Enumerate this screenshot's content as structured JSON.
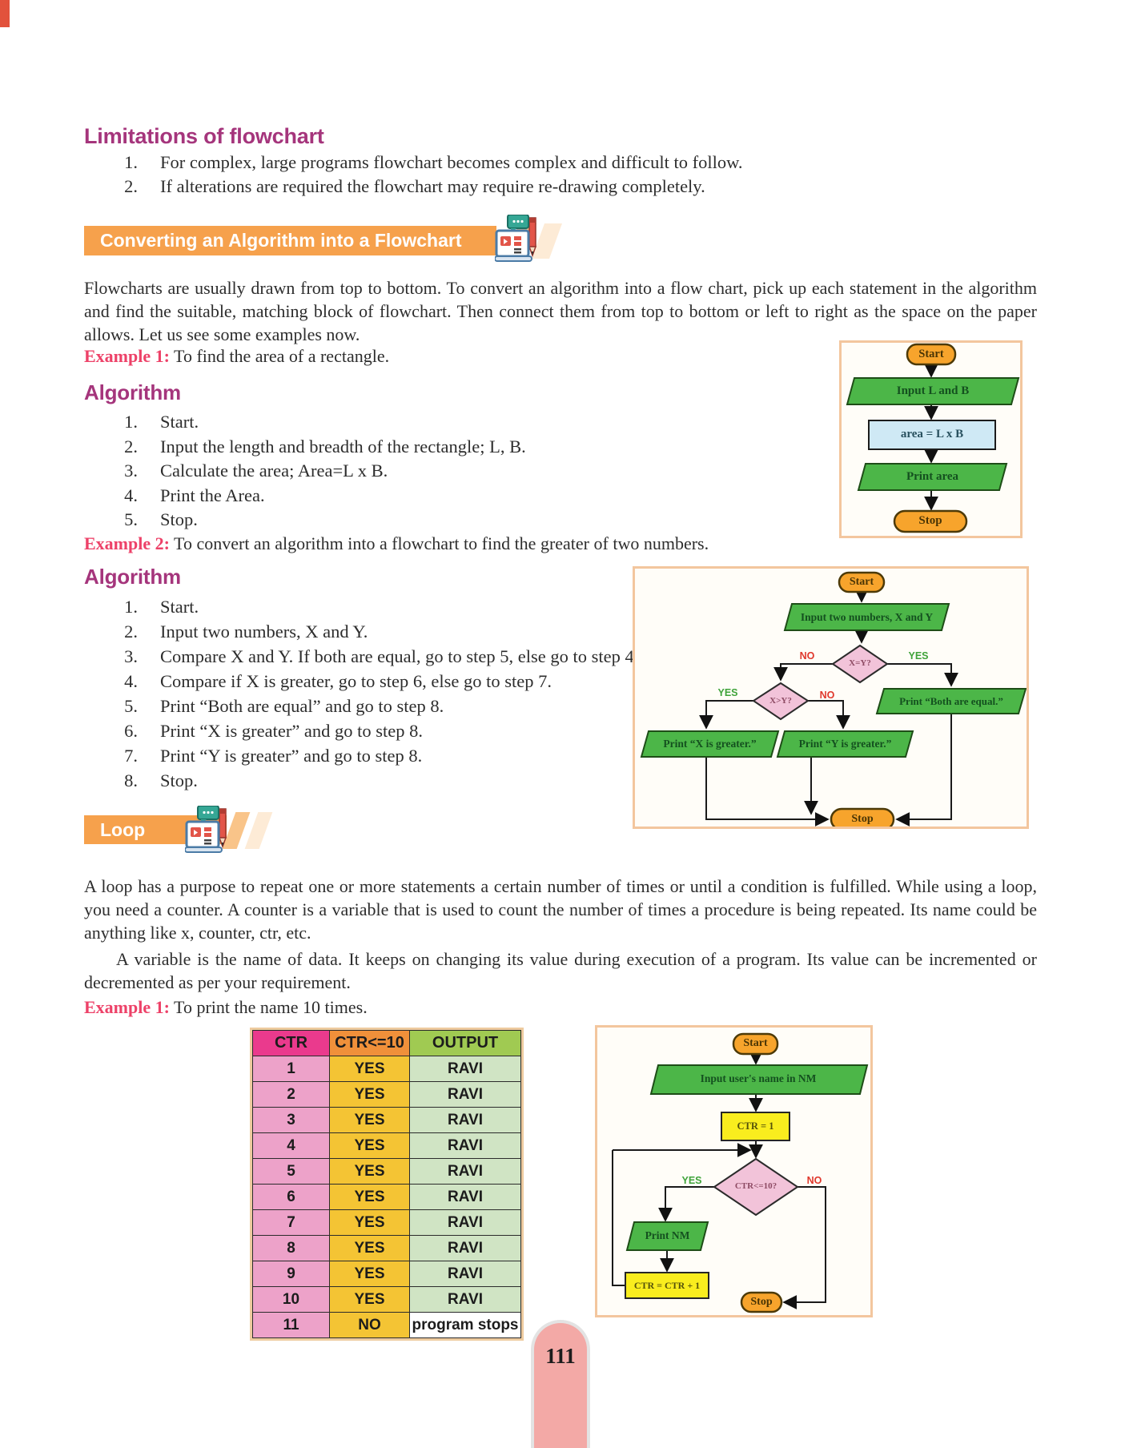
{
  "page": {
    "number": "111"
  },
  "colors": {
    "heading_magenta": "#a5357c",
    "example_pink": "#ed4168",
    "banner_orange": "#f6a14c",
    "shape_green": "#4cb648",
    "shape_orange": "#f7a42c",
    "shape_blue": "#cfe9f5",
    "shape_pink_diamond": "#f2c3d9",
    "shape_yellow": "#f9ed1e",
    "table_header_pink": "#ea3a8d",
    "table_header_orange": "#f0903a",
    "table_header_green": "#a0ca52",
    "table_cell_pink": "#eda2c9",
    "table_cell_yellow": "#f4c434",
    "table_cell_green": "#d0e4c4",
    "page_pill_pink": "#f3a9a6"
  },
  "limitations": {
    "heading": "Limitations of flowchart",
    "items": [
      {
        "n": "1.",
        "t": "For complex, large programs flowchart becomes complex and difficult to follow."
      },
      {
        "n": "2.",
        "t": "If alterations are required the flowchart may require re-drawing completely."
      }
    ]
  },
  "converting": {
    "banner": "Converting an Algorithm into a Flowchart",
    "intro": "Flowcharts are usually drawn from top to bottom. To convert an algorithm into a flow chart, pick up each statement in the algorithm and find the suitable, matching block of flowchart. Then connect them from top to bottom or left to right as the space on the paper allows. Let us see some examples now.",
    "example1_label": "Example 1:",
    "example1_text": " To find the area of a rectangle.",
    "algorithm1_heading": "Algorithm",
    "algorithm1_steps": [
      {
        "n": "1.",
        "t": "Start."
      },
      {
        "n": "2.",
        "t": "Input the length and breadth of the rectangle;  L, B."
      },
      {
        "n": "3.",
        "t": "Calculate the area; Area=L x B."
      },
      {
        "n": "4.",
        "t": "Print the Area."
      },
      {
        "n": "5.",
        "t": "Stop."
      }
    ],
    "example2_label": "Example 2:",
    "example2_text": " To convert an algorithm into a flowchart to find the greater of two numbers.",
    "algorithm2_heading": "Algorithm",
    "algorithm2_steps": [
      {
        "n": "1.",
        "t": "Start."
      },
      {
        "n": "2.",
        "t": "Input two numbers, X and Y."
      },
      {
        "n": "3.",
        "t": "Compare X and Y. If both are equal, go to step 5, else go to step 4."
      },
      {
        "n": "4.",
        "t": "Compare if X is greater, go to step 6, else go to step 7."
      },
      {
        "n": "5.",
        "t": "Print “Both are equal” and go to step 8."
      },
      {
        "n": "6.",
        "t": "Print “X is greater” and go to step 8."
      },
      {
        "n": "7.",
        "t": "Print “Y is greater” and go to step 8."
      },
      {
        "n": "8.",
        "t": "Stop."
      }
    ]
  },
  "flowchart1": {
    "start": "Start",
    "input": "Input L and B",
    "process": "area = L x B",
    "output": "Print area",
    "stop": "Stop"
  },
  "flowchart2": {
    "start": "Start",
    "input": "Input two numbers, X and Y",
    "decision1": "X=Y?",
    "no1": "NO",
    "yes1": "YES",
    "decision2": "X>Y?",
    "yes2": "YES",
    "no2": "NO",
    "print_equal": "Print “Both are equal.”",
    "print_x": "Print “X is greater.”",
    "print_y": "Print “Y is greater.”",
    "stop": "Stop"
  },
  "loop": {
    "banner": "Loop",
    "para1": "A loop has a purpose to repeat one or more statements a certain number of times or until a condition is fulfilled. While using a loop, you need a counter. A counter is a variable that is used to count the number of times a procedure is being repeated. Its name could be anything like x, counter, ctr, etc.",
    "para2": "A variable is the name of data. It keeps on changing its value during execution of a program. Its value can be incremented or decremented as per your requirement.",
    "example1_label": "Example 1:",
    "example1_text": " To print the name 10 times."
  },
  "table": {
    "headers": [
      "CTR",
      "CTR<=10",
      "OUTPUT"
    ],
    "rows": [
      [
        "1",
        "YES",
        "RAVI"
      ],
      [
        "2",
        "YES",
        "RAVI"
      ],
      [
        "3",
        "YES",
        "RAVI"
      ],
      [
        "4",
        "YES",
        "RAVI"
      ],
      [
        "5",
        "YES",
        "RAVI"
      ],
      [
        "6",
        "YES",
        "RAVI"
      ],
      [
        "7",
        "YES",
        "RAVI"
      ],
      [
        "8",
        "YES",
        "RAVI"
      ],
      [
        "9",
        "YES",
        "RAVI"
      ],
      [
        "10",
        "YES",
        "RAVI"
      ],
      [
        "11",
        "NO",
        "program stops"
      ]
    ]
  },
  "flowchart3": {
    "start": "Start",
    "input": "Input user's name in NM",
    "init": "CTR = 1",
    "decision": "CTR<=10?",
    "yes": "YES",
    "no": "NO",
    "print": "Print NM",
    "increment": "CTR = CTR + 1",
    "stop": "Stop"
  }
}
